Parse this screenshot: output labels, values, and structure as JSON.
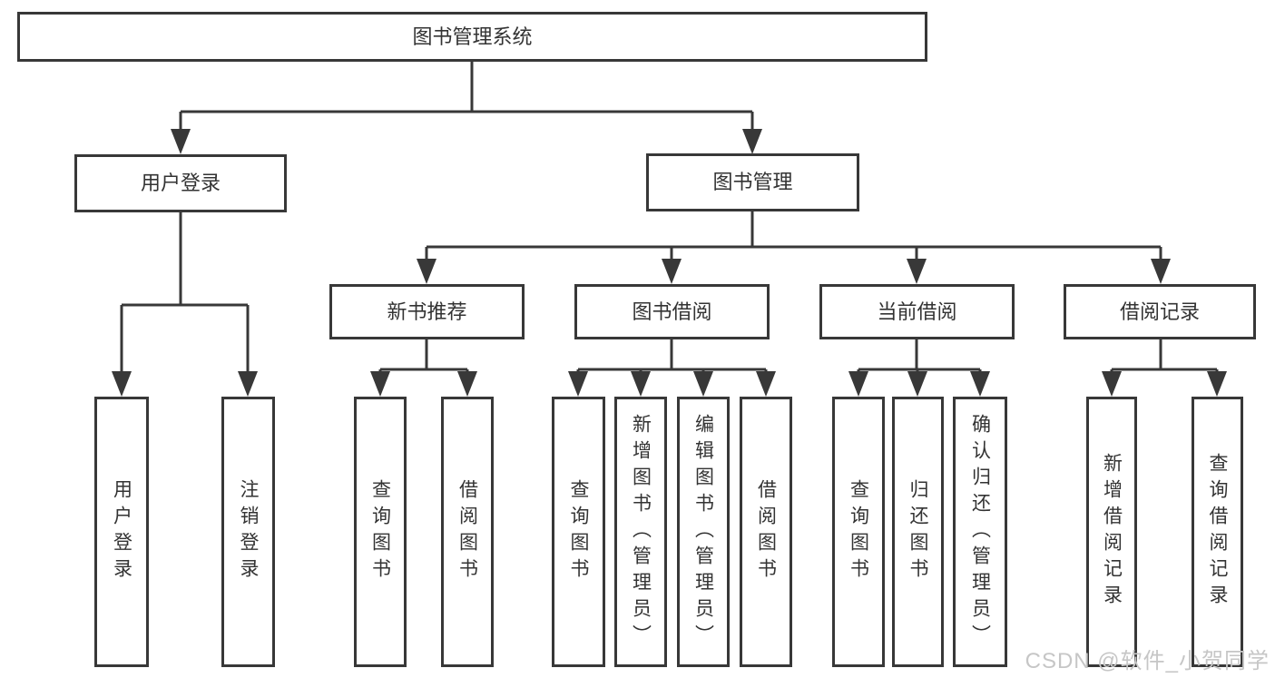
{
  "nodes": {
    "root": "图书管理系统",
    "user_login": "用户登录",
    "book_management": "图书管理",
    "new_book_recommend": "新书推荐",
    "book_borrowing": "图书借阅",
    "current_borrowing": "当前借阅",
    "borrowing_records": "借阅记录"
  },
  "leaves": {
    "user_login": "用户登录",
    "logout_login": "注销登录",
    "query_books_recommend": "查询图书",
    "borrow_books_recommend": "借阅图书",
    "query_books_borrowing": "查询图书",
    "add_books_admin": "新增图书（管理员）",
    "edit_books_admin": "编辑图书（管理员）",
    "borrow_books_borrowing": "借阅图书",
    "query_books_current": "查询图书",
    "return_books": "归还图书",
    "confirm_return_admin": "确认归还（管理员）",
    "add_borrow_record": "新增借阅记录",
    "query_borrow_record": "查询借阅记录"
  },
  "watermark": {
    "text": "CSDN @软件_小贺同学"
  },
  "colors": {
    "line": "#383838",
    "box_border": "#383838",
    "text": "#333333",
    "background": "#ffffff",
    "watermark": "#c6c6c6"
  }
}
